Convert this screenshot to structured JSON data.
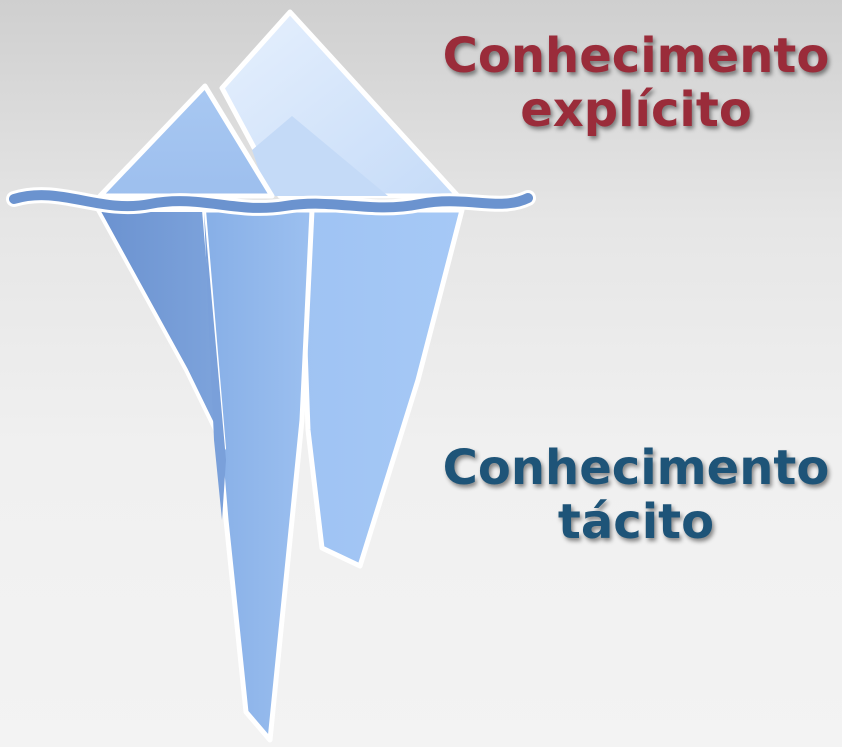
{
  "labels": {
    "explicit": {
      "line1": "Conhecimento",
      "line2": "explícito"
    },
    "tacit": {
      "line1": "Conhecimento",
      "line2": "tácito"
    }
  },
  "colors": {
    "explicit_text": "#9a2c3a",
    "tacit_text": "#1e5478",
    "ice_light": "#dce9fb",
    "ice_mid": "#a9c9f4",
    "ice_dark": "#6f97d3",
    "water_line": "#6b93cf"
  },
  "icons": {
    "iceberg": "iceberg-icon",
    "waterline": "waterline-icon"
  }
}
